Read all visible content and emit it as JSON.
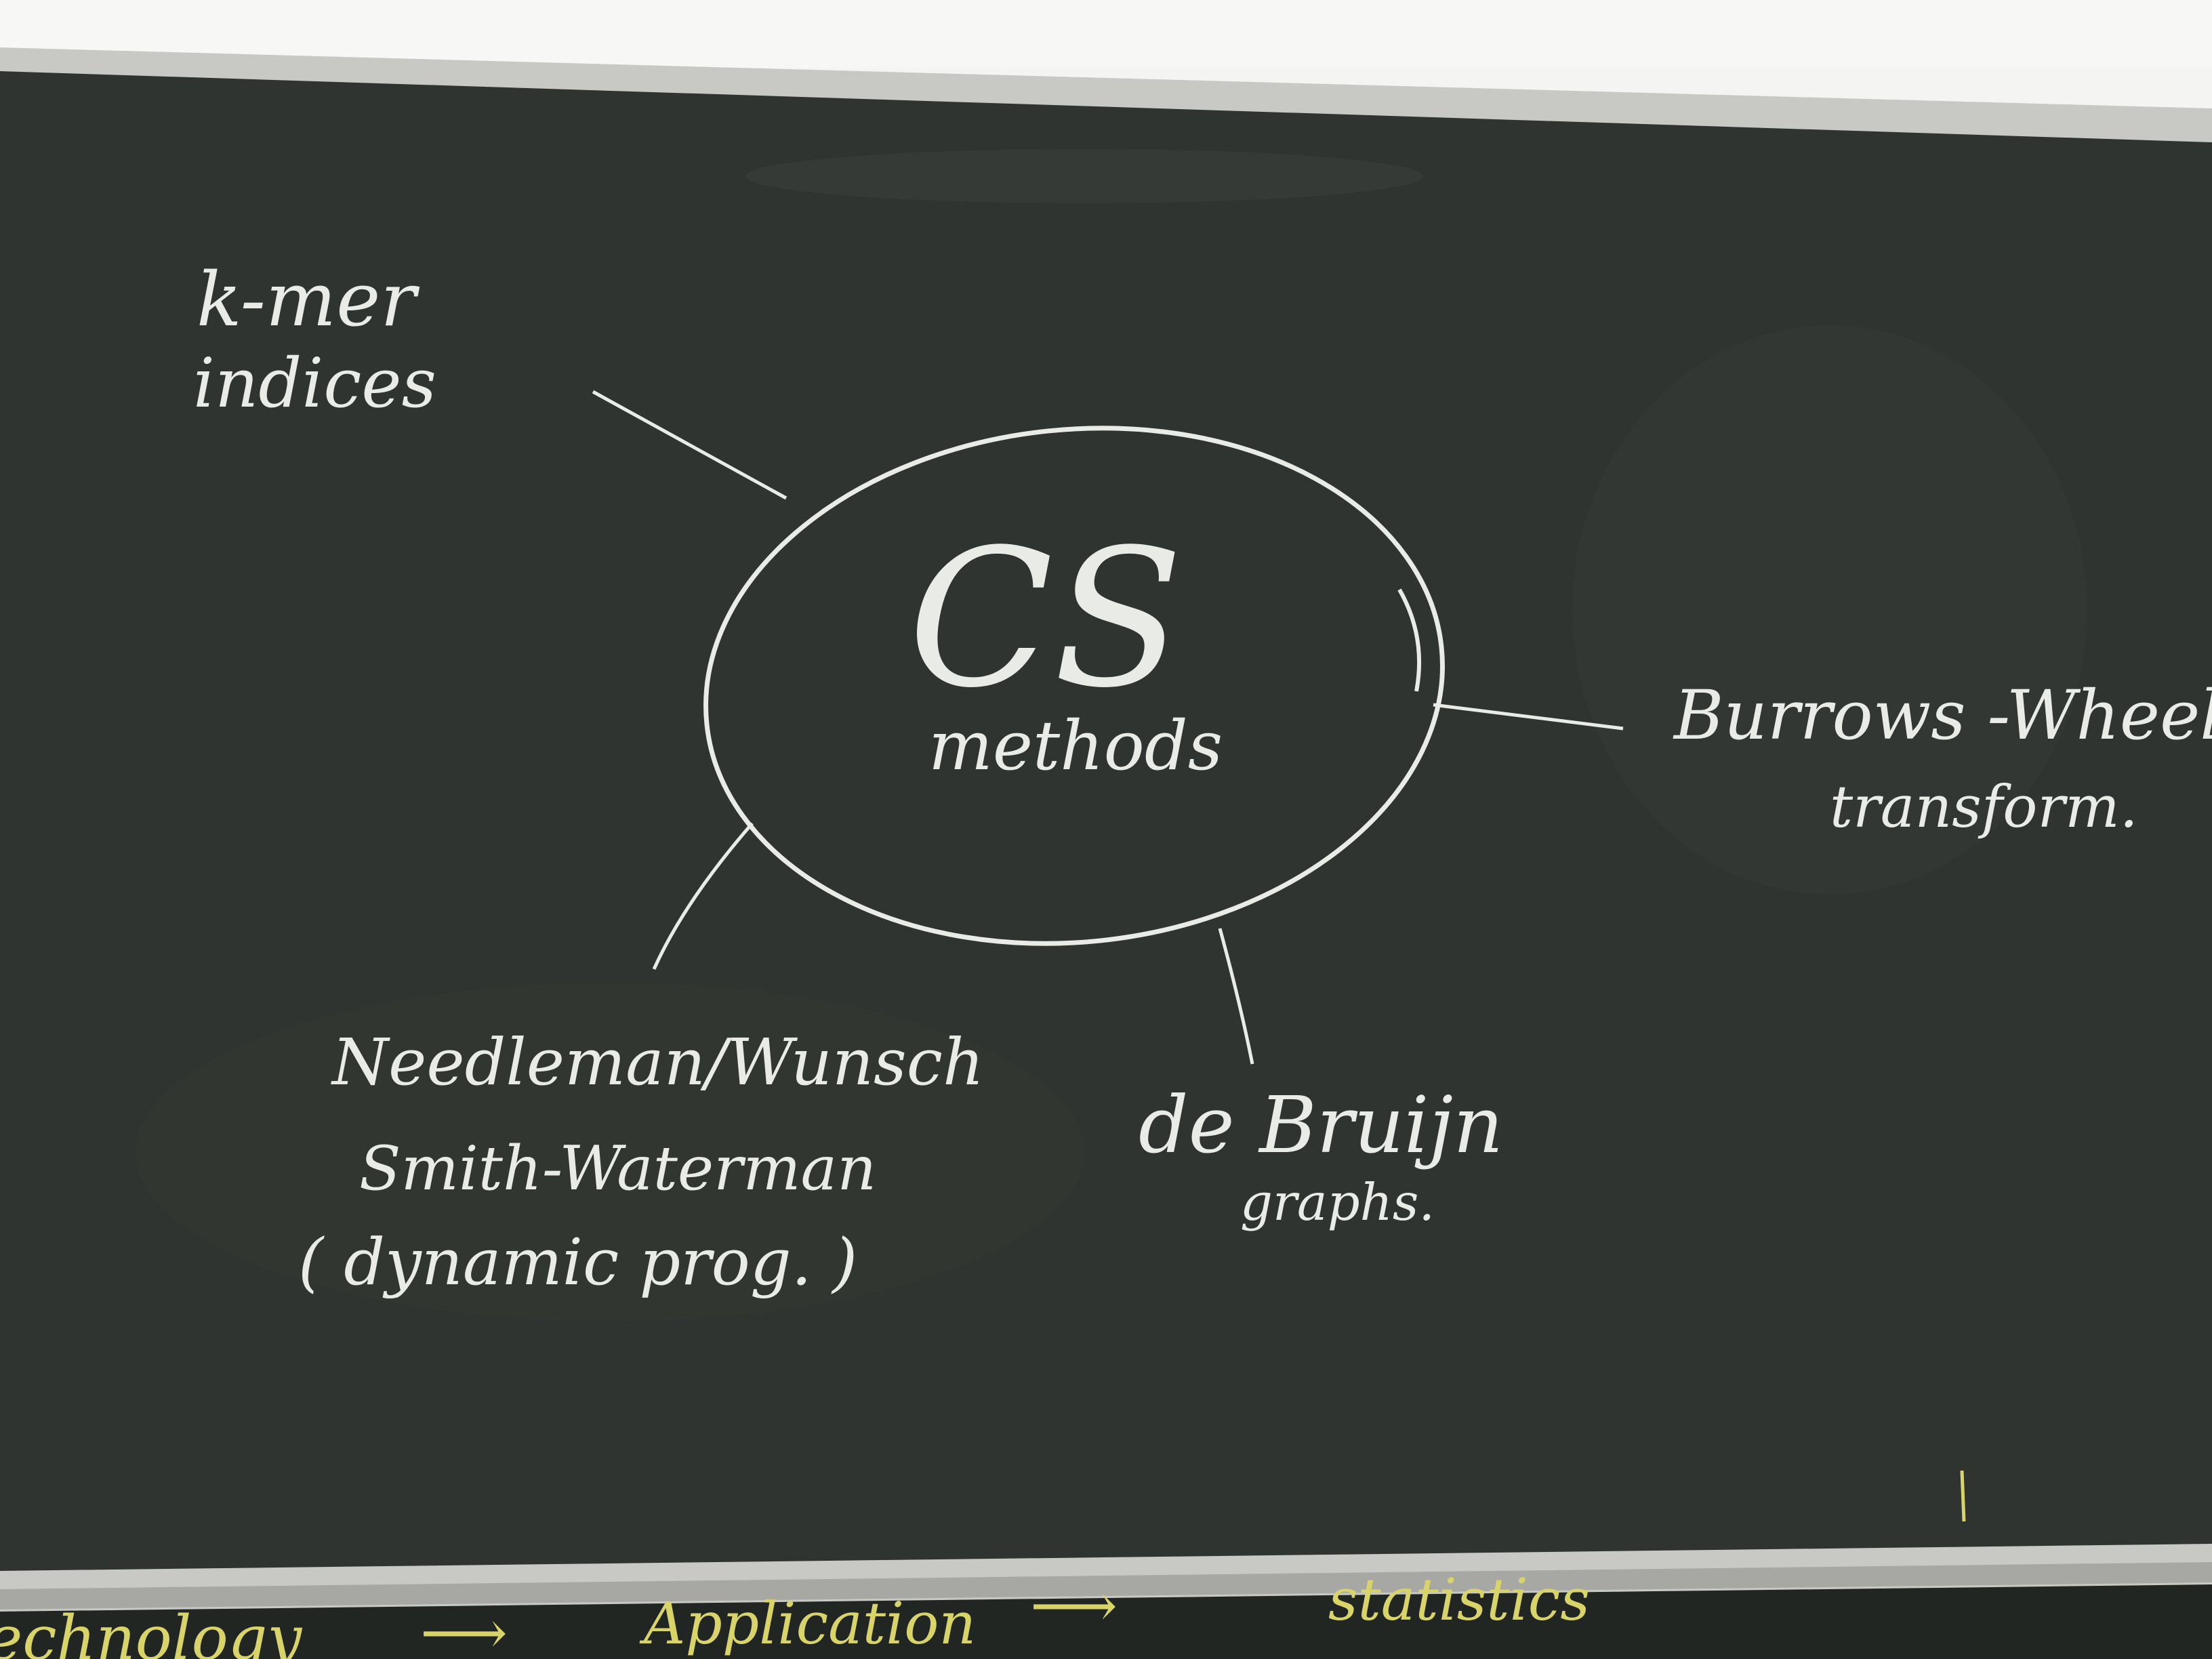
{
  "board": {
    "colors": {
      "wall": "#f4f4f2",
      "board": "#2f3430",
      "chalk": "#e9ebe6",
      "frame": "#c8c9c4",
      "lower_board": "#222622",
      "yellow_chalk": "#d9d46a"
    },
    "center": {
      "title": "CS",
      "subtitle": "methods"
    },
    "nodes": {
      "kmer_line1": "k-mer",
      "kmer_line2": "indices",
      "bwt_line1": "Burrows -Wheeler",
      "bwt_line2": "transform.",
      "nw_line1": "Needleman/Wunsch",
      "nw_line2": "Smith-Waterman",
      "nw_line3": "( dynamic prog. )",
      "dbg_line1": "de Bruijn",
      "dbg_line2": "graphs."
    },
    "lower_board": {
      "text_left": "echnology",
      "arrow1": "⟶",
      "text_mid": "Application",
      "arrow2": "⟶",
      "text_right": "statistics"
    }
  }
}
